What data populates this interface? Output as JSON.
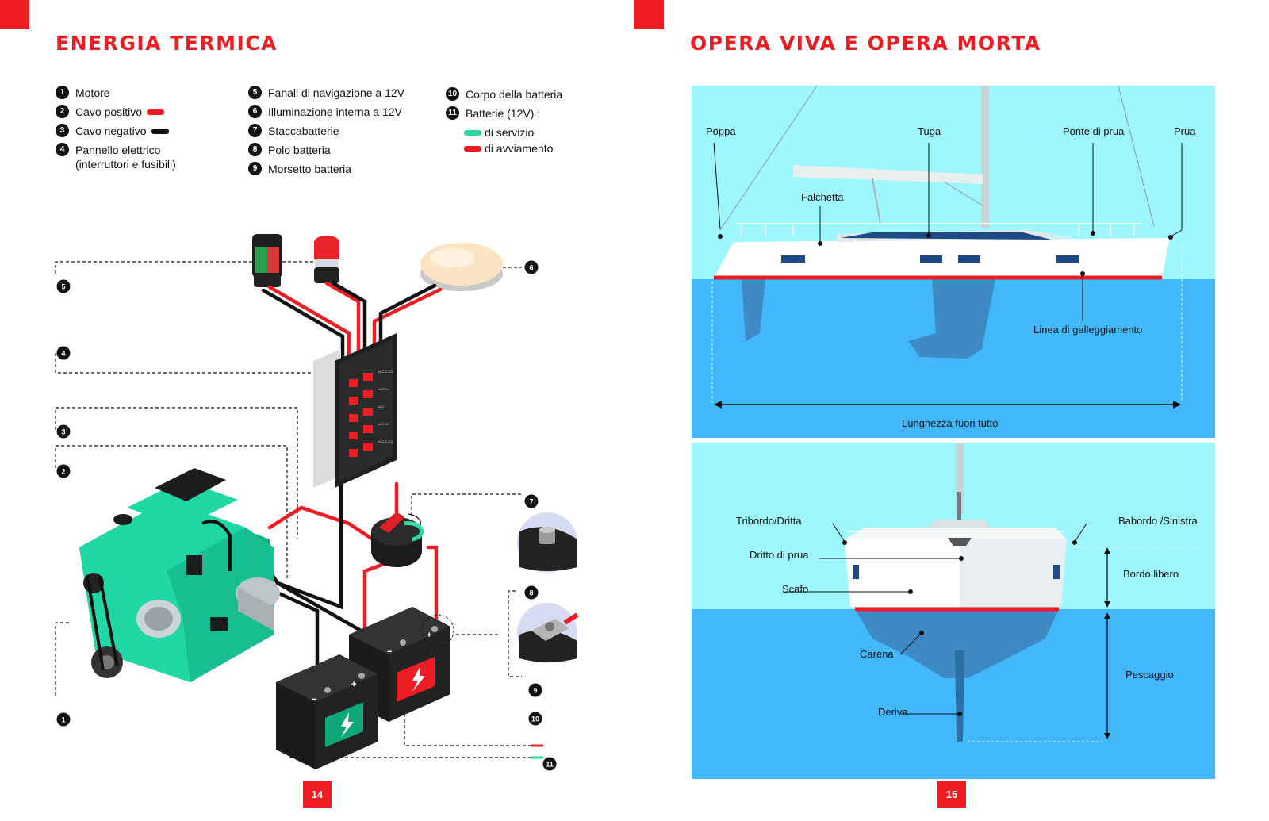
{
  "left": {
    "title": "ENERGIA TERMICA",
    "page_number": "14",
    "legend": [
      {
        "n": "1",
        "text": "Motore"
      },
      {
        "n": "2",
        "text": "Cavo positivo",
        "swatch": "#ee1d23"
      },
      {
        "n": "3",
        "text": "Cavo negativo",
        "swatch": "#111111"
      },
      {
        "n": "4",
        "text": "Pannello elettrico",
        "text2": "(interruttori e fusibili)"
      },
      {
        "n": "5",
        "text": "Fanali di navigazione a 12V"
      },
      {
        "n": "6",
        "text": "Illuminazione interna a 12V"
      },
      {
        "n": "7",
        "text": "Staccabatterie"
      },
      {
        "n": "8",
        "text": "Polo batteria"
      },
      {
        "n": "9",
        "text": "Morsetto batteria"
      },
      {
        "n": "10",
        "text": "Corpo della batteria"
      },
      {
        "n": "11",
        "text": "Batterie (12V) :"
      },
      {
        "n": "",
        "text": "di servizio",
        "swatch": "#2ed8a0"
      },
      {
        "n": "",
        "text": "di avviamento",
        "swatch": "#ee1d23"
      }
    ],
    "diagram_markers": [
      "1",
      "2",
      "3",
      "4",
      "5",
      "6",
      "7",
      "8",
      "9",
      "10",
      "11"
    ],
    "panel_switch_labels": [
      "ACC 0-12V",
      "ACC 0-1",
      "ACC",
      "ACC 01",
      "ACC 0-12V"
    ],
    "battery_terminals": [
      "+",
      "−"
    ]
  },
  "right": {
    "title": "OPERA VIVA E OPERA MORTA",
    "page_number": "15",
    "side_view": {
      "labels": {
        "poppa": "Poppa",
        "tuga": "Tuga",
        "ponte_di_prua": "Ponte di prua",
        "prua": "Prua",
        "falchetta": "Falchetta",
        "linea": "Linea di galleggiamento",
        "lunghezza": "Lunghezza fuori tutto"
      }
    },
    "front_view": {
      "labels": {
        "tribordo": "Tribordo/Dritta",
        "babordo": "Babordo /Sinistra",
        "dritto": "Dritto di prua",
        "scafo": "Scafo",
        "bordo": "Bordo libero",
        "carena": "Carena",
        "pescaggio": "Pescaggio",
        "deriva": "Deriva"
      }
    },
    "colors": {
      "sky": "#9ef7fd",
      "water": "#42b8fb",
      "hull_white": "#ffffff",
      "hull_under": "#3d8ac4",
      "waterline_red": "#ee1d23"
    }
  },
  "colors": {
    "accent": "#ee1d23",
    "engine": "#1fd7a3",
    "text": "#111111"
  }
}
